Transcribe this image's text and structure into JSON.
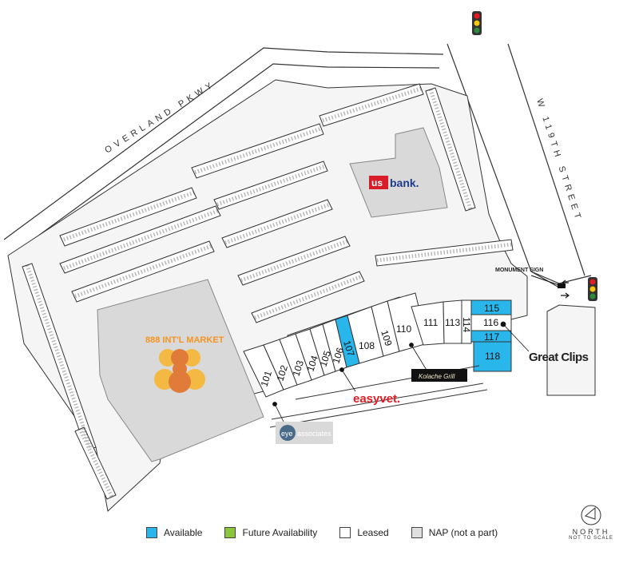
{
  "roads": {
    "overland": "OVERLAND PKWY",
    "street": "W 119TH STREET"
  },
  "monument": "MONUMENT SIGN",
  "tenants": {
    "market": "888 INT'L MARKET",
    "bank_us": "us",
    "bank_name": "bank.",
    "great_clips": "Great Clips",
    "easyvet": "easyvet.",
    "eye_left": "eye",
    "eye_right": "associates",
    "kolache": "Kolache Grill"
  },
  "units": {
    "u101": "101",
    "u102": "102",
    "u103": "103",
    "u104": "104",
    "u105": "105",
    "u106": "106",
    "u107": "107",
    "u108": "108",
    "u109": "109",
    "u110": "110",
    "u111": "111",
    "u113": "113",
    "u114": "114",
    "u115": "115",
    "u116": "116",
    "u117": "117",
    "u118": "118"
  },
  "legend": [
    {
      "label": "Available",
      "color": "#29b6ea"
    },
    {
      "label": "Future Availability",
      "color": "#8cc63f"
    },
    {
      "label": "Leased",
      "color": "#ffffff"
    },
    {
      "label": "NAP (not a part)",
      "color": "#e0e0e0"
    }
  ],
  "compass": {
    "label": "NORTH",
    "sub": "NOT TO SCALE"
  },
  "colors": {
    "available": "#29b6ea",
    "nap": "#d9d9d9",
    "market_orange": "#f7931e",
    "bank_red": "#d71e28",
    "bank_blue": "#1e3c8c",
    "easyvet_red": "#e31b23"
  }
}
